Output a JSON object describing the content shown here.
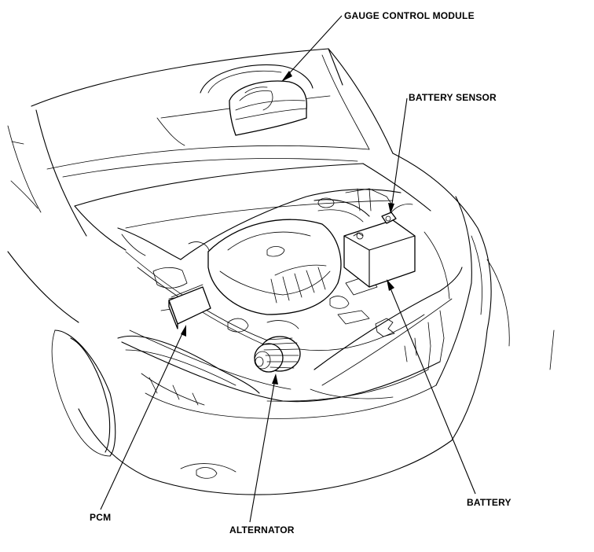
{
  "callouts": {
    "gauge_control_module": "GAUGE CONTROL MODULE",
    "battery_sensor": "BATTERY SENSOR",
    "battery": "BATTERY",
    "pcm": "PCM",
    "alternator": "ALTERNATOR"
  },
  "icons": [
    "car-front-line-drawing"
  ],
  "colors": {
    "line": "#000000",
    "background": "#ffffff"
  }
}
